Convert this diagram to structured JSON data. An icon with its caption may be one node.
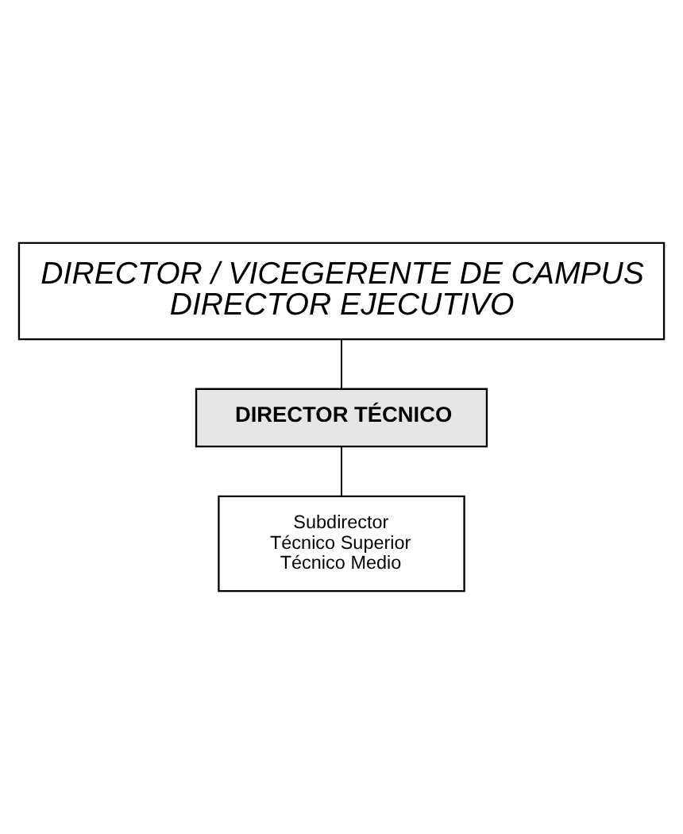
{
  "diagram": {
    "nodes": [
      {
        "text": [
          "DIRECTOR / VICEGERENTE DE CAMPUS",
          "DIRECTOR EJECUTIVO"
        ]
      },
      {
        "text": [
          "DIRECTOR TÉCNICO"
        ]
      },
      {
        "text": [
          "Subdirector",
          "Técnico Superior",
          "Técnico Medio"
        ]
      }
    ],
    "edges": [
      {
        "from": 0,
        "to": 1,
        "arrow": "none"
      },
      {
        "from": 1,
        "to": 2,
        "arrow": "none"
      }
    ]
  }
}
